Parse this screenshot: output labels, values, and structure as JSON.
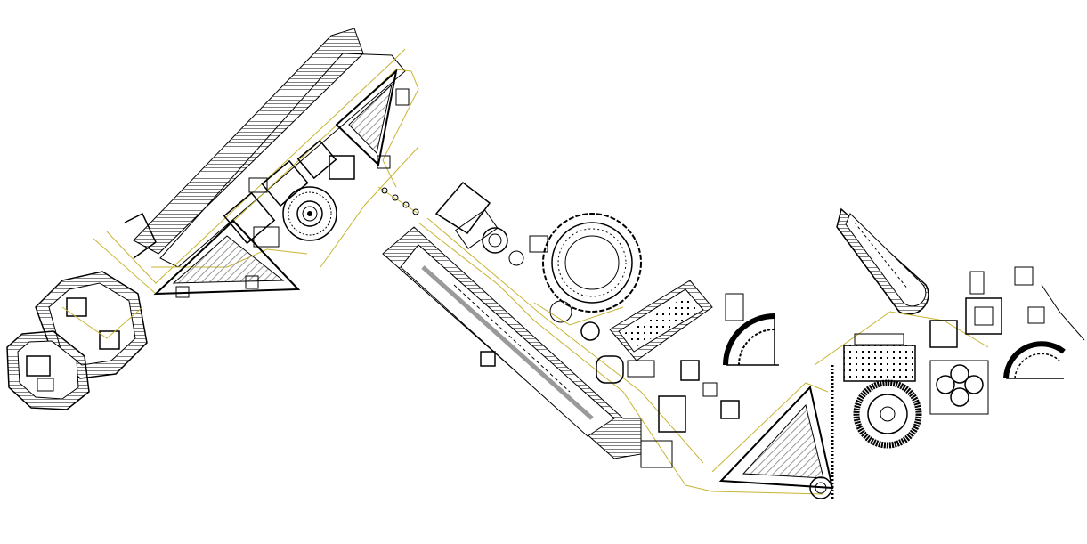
{
  "drawing": {
    "background_color": "#ffffff",
    "line_color": "#000000",
    "road_color": "#c8b432",
    "hatch_color": "#9a9a9a"
  },
  "icons": {
    "rotunda": "concentric-circle-plan",
    "amphitheatre": "radial-seating-plan",
    "circus": "elongated-track-plan"
  }
}
